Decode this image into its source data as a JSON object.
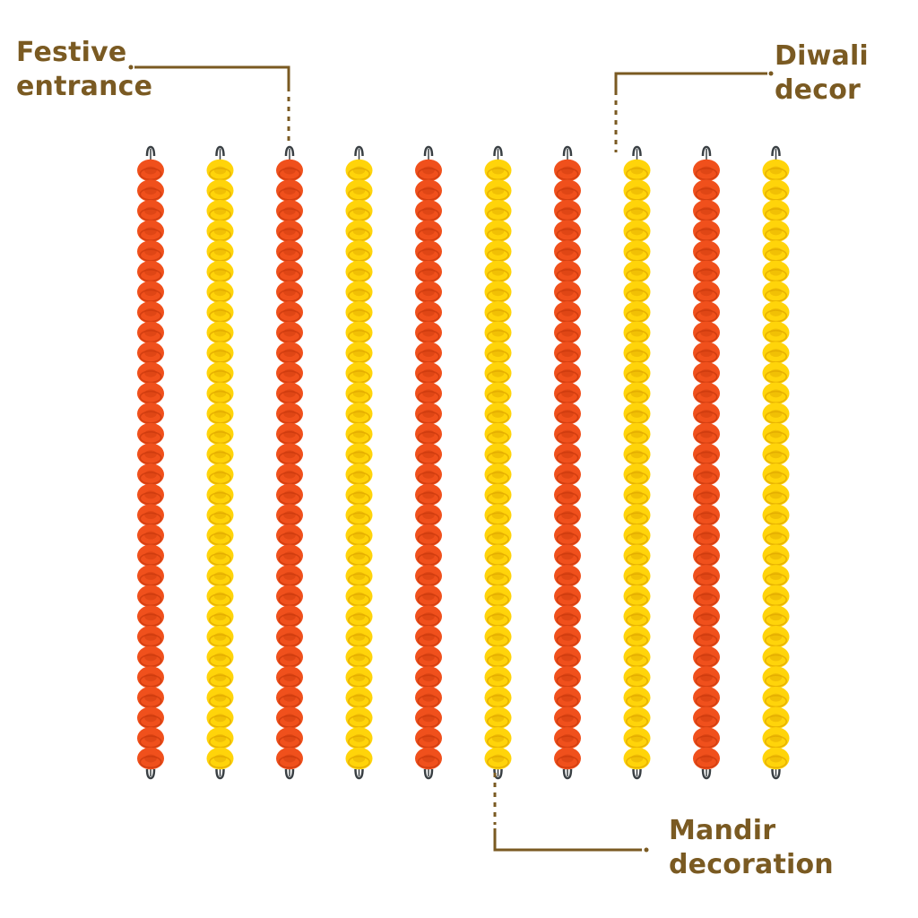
{
  "callouts": {
    "festive": {
      "line1": "Festive",
      "line2": "entrance"
    },
    "diwali": {
      "line1": "Diwali",
      "line2": "decor"
    },
    "mandir": {
      "line1": "Mandir",
      "line2": "decoration"
    }
  },
  "garland": {
    "strand_colors": [
      "orange",
      "yellow",
      "orange",
      "yellow",
      "orange",
      "yellow",
      "orange",
      "yellow",
      "orange",
      "yellow"
    ],
    "flowers_per_strand": 30
  },
  "colors": {
    "orange_fill": "#f0501c",
    "orange_shade": "#c93a0e",
    "yellow_fill": "#ffd40a",
    "yellow_shade": "#e0a800",
    "leader_line": "#7a5a22",
    "label_text": "#7a5a22",
    "hook": "#3a4044"
  }
}
